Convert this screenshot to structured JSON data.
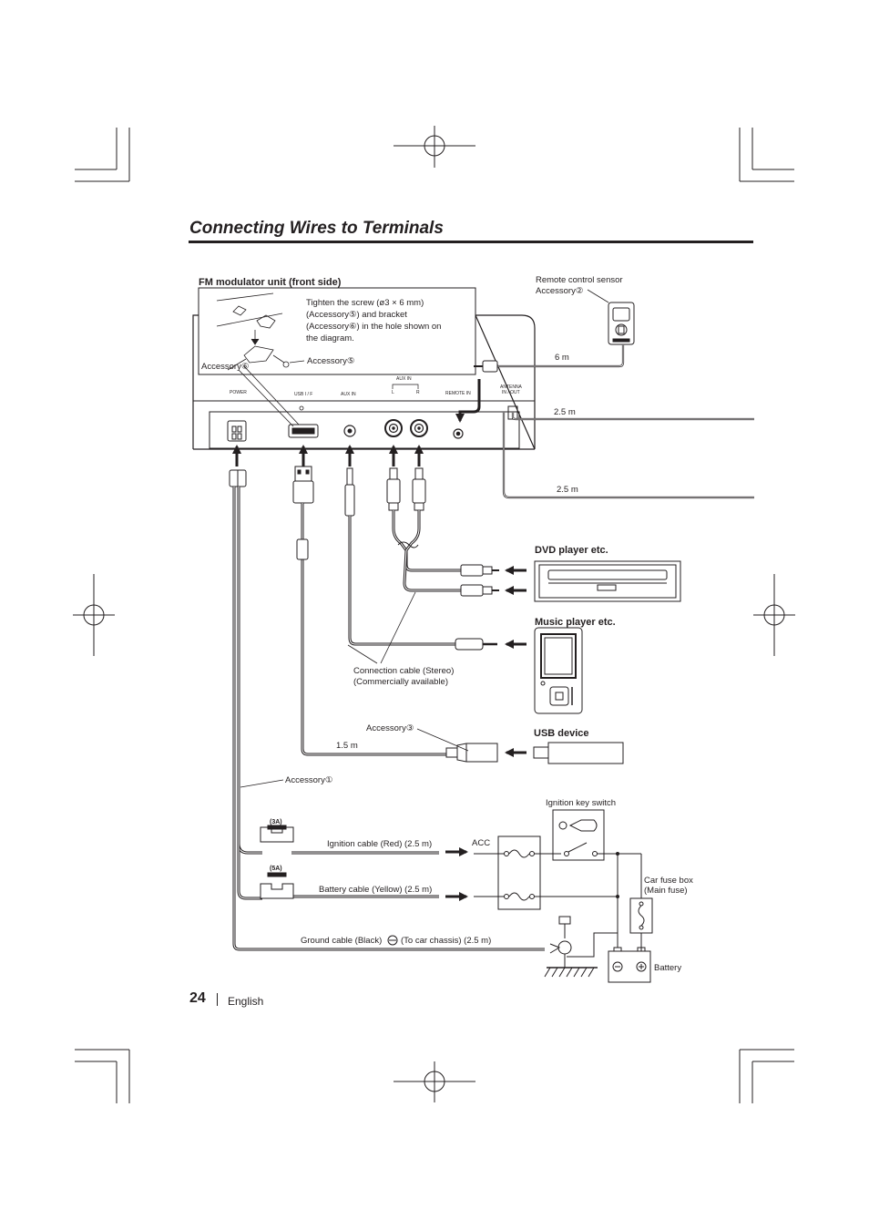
{
  "page": {
    "title": "Connecting Wires to Terminals",
    "page_number": "24",
    "language": "English"
  },
  "fm_unit": {
    "heading": "FM modulator unit (front side)",
    "note_lines": [
      "Tighten the screw (ø3 × 6 mm)",
      "(Accessory⑤) and bracket",
      "(Accessory⑥) in the hole shown on",
      "the diagram."
    ],
    "accessory5": "Accessory⑤",
    "accessory6": "Accessory⑥",
    "ports": {
      "power": "POWER",
      "usb": "USB I / F",
      "aux_in_mini": "AUX IN",
      "aux_in_rca": "AUX IN",
      "remote_in": "REMOTE IN",
      "antenna_1": "ANTENNA",
      "antenna_2": "IN / OUT",
      "left": "L",
      "right": "R"
    }
  },
  "remote_sensor": {
    "line1": "Remote control sensor",
    "line2": "Accessory②",
    "cable_length": "6 m"
  },
  "antenna": {
    "cable_in": "2.5 m",
    "cable_out": "2.5 m"
  },
  "devices": {
    "dvd": "DVD player etc.",
    "music": "Music player etc.",
    "usb": "USB device"
  },
  "cables": {
    "stereo_line1": "Connection cable (Stereo)",
    "stereo_line2": "(Commercially available)",
    "usb_accessory": "Accessory③",
    "usb_length": "1.5 m",
    "power_accessory": "Accessory①",
    "fuse_3a": "(3A)",
    "fuse_5a": "(5A)",
    "ignition": "Ignition cable (Red) (2.5 m)",
    "battery": "Battery cable (Yellow) (2.5 m)",
    "ground_prefix": "Ground cable (Black)",
    "ground_suffix": "(To car chassis) (2.5 m)"
  },
  "vehicle": {
    "ignition_switch": "Ignition key switch",
    "acc": "ACC",
    "fuse_box_line1": "Car fuse box",
    "fuse_box_line2": "(Main fuse)",
    "battery": "Battery"
  }
}
